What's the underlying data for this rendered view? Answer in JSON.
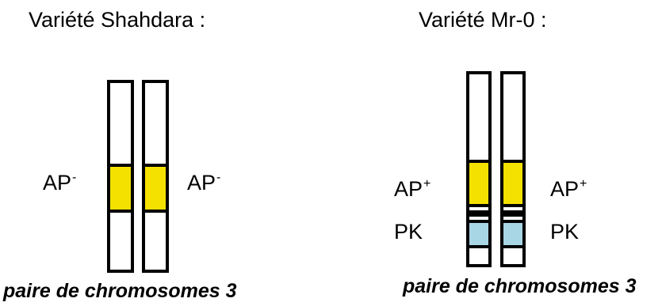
{
  "colors": {
    "outline": "#000000",
    "background": "#ffffff",
    "gene_AP": "#f5e100",
    "gene_PK": "#a9d6e5"
  },
  "left": {
    "title": "Variété Shahdara :",
    "label_left": {
      "text": "AP",
      "sup": "-"
    },
    "label_right": {
      "text": "AP",
      "sup": "-"
    },
    "caption": "paire de chromosomes 3"
  },
  "right": {
    "title": "Variété Mr-0 :",
    "ap_left": {
      "text": "AP",
      "sup": "+"
    },
    "ap_right": {
      "text": "AP",
      "sup": "+"
    },
    "pk_left": "PK",
    "pk_right": "PK",
    "caption": "paire de chromosomes 3"
  }
}
